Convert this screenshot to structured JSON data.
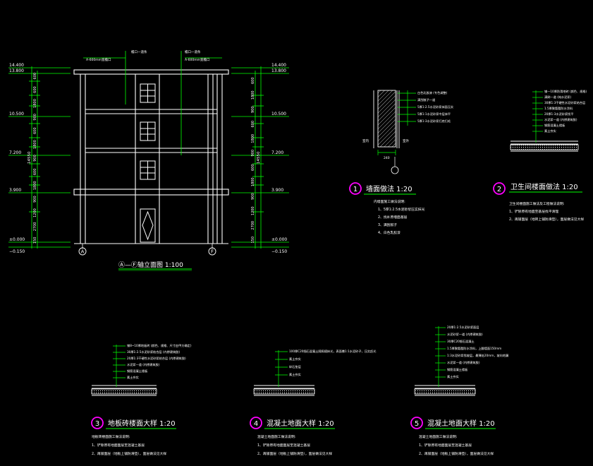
{
  "colors": {
    "background": "#000000",
    "lines": "#ffffff",
    "dims": "#00ff00",
    "leaders": "#00ff00",
    "callout": "#ff00ff",
    "title": "#ffffff"
  },
  "elevation": {
    "title": "Ⓐ—Ⓕ轴立面图 1:100",
    "grid_left": "A",
    "grid_right": "F",
    "levels_left": [
      "14.400",
      "13.800",
      "10.500",
      "7.200",
      "3.900",
      "±0.000",
      "−0.150"
    ],
    "levels_right": [
      "14.400",
      "13.800",
      "10.500",
      "7.200",
      "3.900",
      "±0.000",
      "−0.150"
    ],
    "total_height": "14550",
    "segments_left": [
      "600",
      "600",
      "1800",
      "900",
      "600",
      "1800",
      "900",
      "600",
      "1800",
      "900",
      "1200",
      "2700",
      "150"
    ],
    "segments_right": [
      "600",
      "1800",
      "900",
      "600",
      "1800",
      "900",
      "600",
      "1800",
      "900",
      "1200",
      "2700",
      "150"
    ],
    "note_left_1": "檐口一道条",
    "note_left_2": "A-600mm宽檐口",
    "note_right_1": "檐口一道条",
    "note_right_2": "A-600mm宽檐口"
  },
  "detail1": {
    "number": "1",
    "title": "墙面做法 1:20",
    "layers": [
      "白色乳胶漆 (专色调整)",
      "满刮腻子一道",
      "5厚1:2.5水泥砂浆抹面压实",
      "5厚1:1水泥砂浆中层抹平",
      "5厚1:3水泥砂浆打底扫毛"
    ],
    "label_left": "室内",
    "label_right": "室外",
    "dim": "240",
    "note_head": "内墙面施工做法说明:",
    "notes": [
      "1、5厚1:2.5水泥砂浆压实抹光",
      "2、找补原墙面基层",
      "3、满刮腻子",
      "4、白色乳胶漆"
    ]
  },
  "detail2": {
    "number": "2",
    "title": "卫生间楼面做法 1:20",
    "layers": [
      "铺一10厚防滑地砖 (颜色、规格)",
      "满刷一道 (纯水泥浆)",
      "30厚1:3干硬性水泥砂浆结合层",
      "1.5厚聚氨酯防水涂料",
      "20厚1:3水泥砂浆找平",
      "水泥浆一道 (内掺建筑胶)",
      "钢筋混凝土楼板",
      "素土夯实"
    ],
    "note_head": "卫生间楼面施工做法及工程做法说明:",
    "notes": [
      "1、铲除原有地面至基层找平清理",
      "2、再铺面层（地砖上铺防滑垫），面层做法见大样"
    ]
  },
  "detail3": {
    "number": "3",
    "title": "地板砖楼面大样 1:20",
    "layers": [
      "铺8~10厚地板砖 (颜色、规格、尺寸由甲方确定)",
      "30厚1:2.5水泥砂浆结合层 (内掺建筑胶)",
      "20厚1:3干硬性水泥砂浆结合层 (内掺建筑胶)",
      "水泥浆一道 (内掺建筑胶)",
      "钢筋混凝土楼板",
      "素土夯实"
    ],
    "note_head": "地板砖楼面施工做法说明:",
    "notes": [
      "1、铲除原有地面面层至混凝土基层",
      "2、再铺面层（地板上铺防滑垫），面层做法见大样"
    ]
  },
  "detail4": {
    "number": "4",
    "title": "混凝土地面大样 1:20",
    "layers": [
      "100厚C20细石混凝土随捣随抹光，表面撒1:1水泥砂子，压实赶光",
      "素土夯实",
      "碎石垫层",
      "素土夯实"
    ],
    "note_head": "混凝土地面施工做法说明:",
    "notes": [
      "1、铲除原有地面面层至混凝土基层",
      "2、再铺面层（地板上铺防滑垫），面层做法见大样"
    ]
  },
  "detail5": {
    "number": "5",
    "title": "混凝土地面大样 1:20",
    "layers": [
      "20厚1:2.5水泥砂浆面层",
      "水泥砂浆一道 (内掺建筑胶)",
      "30厚C20细石混凝土",
      "1.5厚聚氨酯防水涂料，上翻墙面150mm",
      "1:3水泥砂浆找坡层，最薄处20mm，坡向地漏",
      "水泥浆一道 (内掺建筑胶)",
      "钢筋混凝土楼板",
      "素土夯实"
    ],
    "note_head": "混凝土地面施工做法说明:",
    "notes": [
      "1、铲除原有地面面层至混凝土基层",
      "2、再铺面层（地板上铺防滑垫），面层做法见大样"
    ]
  }
}
